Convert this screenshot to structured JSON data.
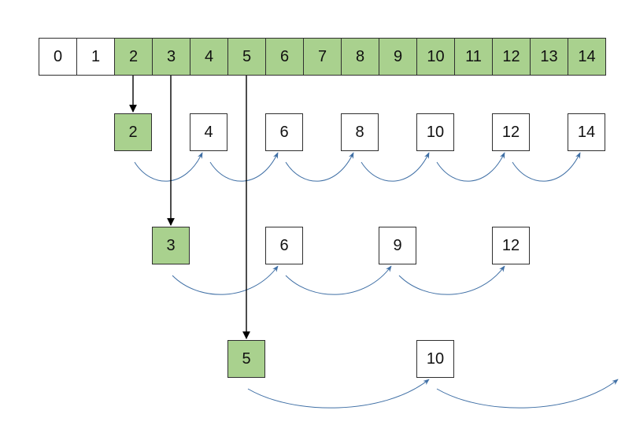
{
  "array": {
    "cells": [
      {
        "label": "0",
        "marked": false
      },
      {
        "label": "1",
        "marked": false
      },
      {
        "label": "2",
        "marked": true
      },
      {
        "label": "3",
        "marked": true
      },
      {
        "label": "4",
        "marked": true
      },
      {
        "label": "5",
        "marked": true
      },
      {
        "label": "6",
        "marked": true
      },
      {
        "label": "7",
        "marked": true
      },
      {
        "label": "8",
        "marked": true
      },
      {
        "label": "9",
        "marked": true
      },
      {
        "label": "10",
        "marked": true
      },
      {
        "label": "11",
        "marked": true
      },
      {
        "label": "12",
        "marked": true
      },
      {
        "label": "13",
        "marked": true
      },
      {
        "label": "14",
        "marked": true
      }
    ]
  },
  "sieve_rows": [
    {
      "prime": "2",
      "multiples": [
        "4",
        "6",
        "8",
        "10",
        "12",
        "14"
      ]
    },
    {
      "prime": "3",
      "multiples": [
        "6",
        "9",
        "12"
      ]
    },
    {
      "prime": "5",
      "multiples": [
        "10"
      ]
    }
  ],
  "colors": {
    "marked_fill": "#a9d18e",
    "border": "#2f2f2f",
    "arc_stroke": "#3f6fa5",
    "pointer_arrow": "#000000"
  }
}
